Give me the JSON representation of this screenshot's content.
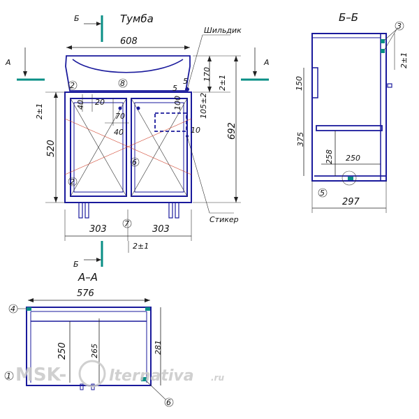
{
  "titles": {
    "front": "Тумба",
    "side": "Б–Б",
    "top": "А–А"
  },
  "section_marks": {
    "b_top": "Б",
    "b_bottom": "Б",
    "a_left": "А",
    "a_right": "А"
  },
  "callouts": {
    "shildik": "Шильдик",
    "stiker": "Стикер"
  },
  "front_dims": {
    "width": "608",
    "d170": "170",
    "d2_right": "2±1",
    "d5a": "5",
    "d5b": "5",
    "d100": "100",
    "d105": "105±2",
    "d692": "692",
    "d2_left": "2±1",
    "d520": "520",
    "d40a": "40",
    "d20": "20",
    "d70": "70",
    "d40b": "40",
    "d10": "10",
    "d303a": "303",
    "d303b": "303",
    "d2_bottom": "2±1"
  },
  "side_dims": {
    "d150": "150",
    "d375": "375",
    "d258": "258",
    "d250": "250",
    "d297": "297",
    "d2": "2±1"
  },
  "top_dims": {
    "d576": "576",
    "d250": "250",
    "d265": "265",
    "d281": "281"
  },
  "markers": {
    "m1": "1",
    "m2a": "2",
    "m2b": "2",
    "m3": "3",
    "m4": "4",
    "m5": "5",
    "m6a": "6",
    "m6b": "6",
    "m7": "7",
    "m8": "8"
  },
  "watermark": {
    "left": "MSK-",
    "right": "lternativa",
    "suffix": ".ru"
  },
  "colors": {
    "outline": "#1a1a9c",
    "accent": "#0a8f86",
    "diagonal": "#d0402a"
  }
}
